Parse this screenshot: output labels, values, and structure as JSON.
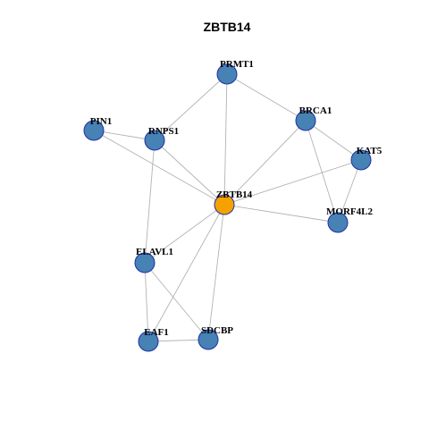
{
  "title": "ZBTB14",
  "colors": {
    "hub_fill": "#F5A100",
    "node_fill": "#4682B4",
    "node_stroke": "#1F2FA8",
    "edge": "#b3b3b3"
  },
  "nodes": [
    {
      "id": "PRMT1",
      "hub": false
    },
    {
      "id": "PIN1",
      "hub": false
    },
    {
      "id": "RNPS1",
      "hub": false
    },
    {
      "id": "BRCA1",
      "hub": false
    },
    {
      "id": "KAT5",
      "hub": false
    },
    {
      "id": "ZBTB14",
      "hub": true
    },
    {
      "id": "MORF4L2",
      "hub": false
    },
    {
      "id": "ELAVL1",
      "hub": false
    },
    {
      "id": "EAF1",
      "hub": false
    },
    {
      "id": "SDCBP",
      "hub": false
    }
  ],
  "edges": [
    [
      "PRMT1",
      "RNPS1"
    ],
    [
      "PRMT1",
      "BRCA1"
    ],
    [
      "PRMT1",
      "ZBTB14"
    ],
    [
      "PIN1",
      "RNPS1"
    ],
    [
      "PIN1",
      "ZBTB14"
    ],
    [
      "RNPS1",
      "ZBTB14"
    ],
    [
      "RNPS1",
      "ELAVL1"
    ],
    [
      "BRCA1",
      "KAT5"
    ],
    [
      "BRCA1",
      "MORF4L2"
    ],
    [
      "BRCA1",
      "ZBTB14"
    ],
    [
      "KAT5",
      "ZBTB14"
    ],
    [
      "KAT5",
      "MORF4L2"
    ],
    [
      "ZBTB14",
      "MORF4L2"
    ],
    [
      "ZBTB14",
      "ELAVL1"
    ],
    [
      "ZBTB14",
      "EAF1"
    ],
    [
      "ZBTB14",
      "SDCBP"
    ],
    [
      "ELAVL1",
      "EAF1"
    ],
    [
      "ELAVL1",
      "SDCBP"
    ],
    [
      "EAF1",
      "SDCBP"
    ]
  ]
}
